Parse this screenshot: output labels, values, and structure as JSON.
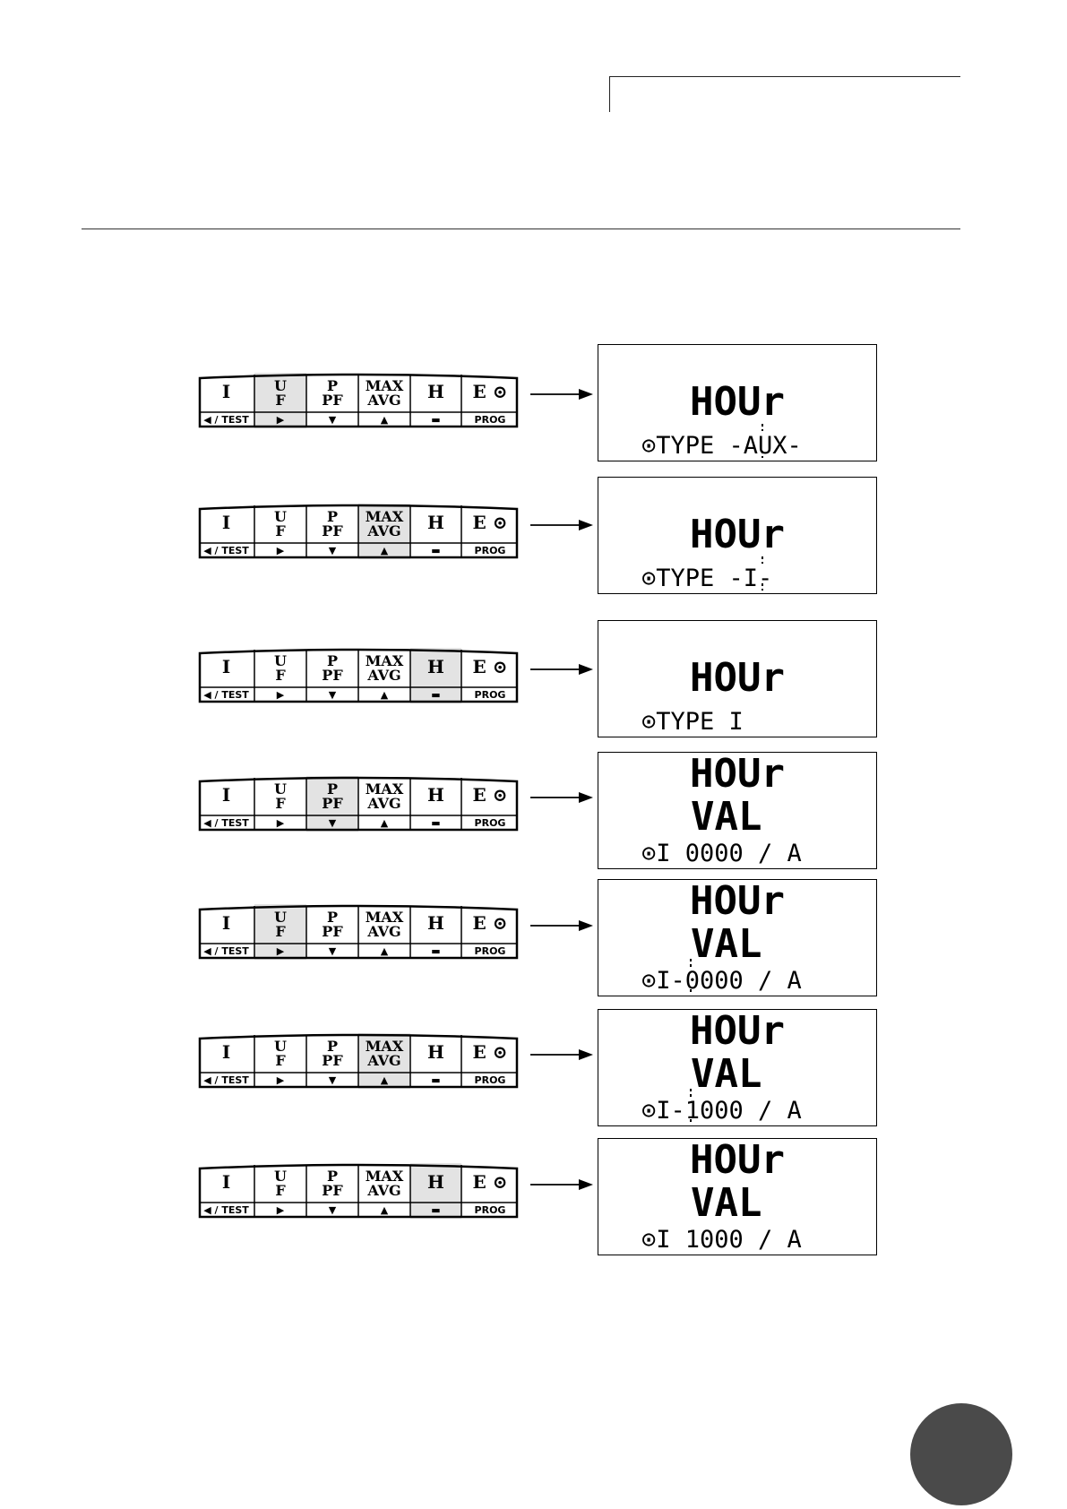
{
  "keypad": {
    "keys": [
      {
        "id": "i",
        "main": [
          "I"
        ],
        "sub": "◀ / TEST"
      },
      {
        "id": "uf",
        "main": [
          "U",
          "F"
        ],
        "sub": "▶"
      },
      {
        "id": "ppf",
        "main": [
          "P",
          "PF"
        ],
        "sub": "▼"
      },
      {
        "id": "max",
        "main": [
          "MAX",
          "AVG"
        ],
        "sub": "▲"
      },
      {
        "id": "h",
        "main": [
          "H"
        ],
        "sub": "▬"
      },
      {
        "id": "e",
        "main": [
          "E ⊙"
        ],
        "sub": "PROG"
      }
    ]
  },
  "icons": {
    "arrow": "right-arrow-icon",
    "clock": "clock-icon"
  },
  "steps": [
    {
      "active": "uf",
      "lcd": {
        "line1": "HOUr",
        "line2": "",
        "line3": "⊙TYPE -AUX-"
      }
    },
    {
      "active": "max",
      "lcd": {
        "line1": "HOUr",
        "line2": "",
        "line3": "⊙TYPE -I-"
      }
    },
    {
      "active": "h",
      "lcd": {
        "line1": "HOUr",
        "line2": "",
        "line3": "⊙TYPE I"
      }
    },
    {
      "active": "ppf",
      "lcd": {
        "line1": "HOUr",
        "line2": "VAL",
        "line3": "⊙I 0000 / A"
      }
    },
    {
      "active": "uf",
      "lcd": {
        "line1": "HOUr",
        "line2": "VAL",
        "line3": "⊙I-0000 / A"
      }
    },
    {
      "active": "max",
      "lcd": {
        "line1": "HOUr",
        "line2": "VAL",
        "line3": "⊙I-1000 / A"
      }
    },
    {
      "active": "h",
      "lcd": {
        "line1": "HOUr",
        "line2": "VAL",
        "line3": "⊙I 1000 / A"
      }
    }
  ]
}
